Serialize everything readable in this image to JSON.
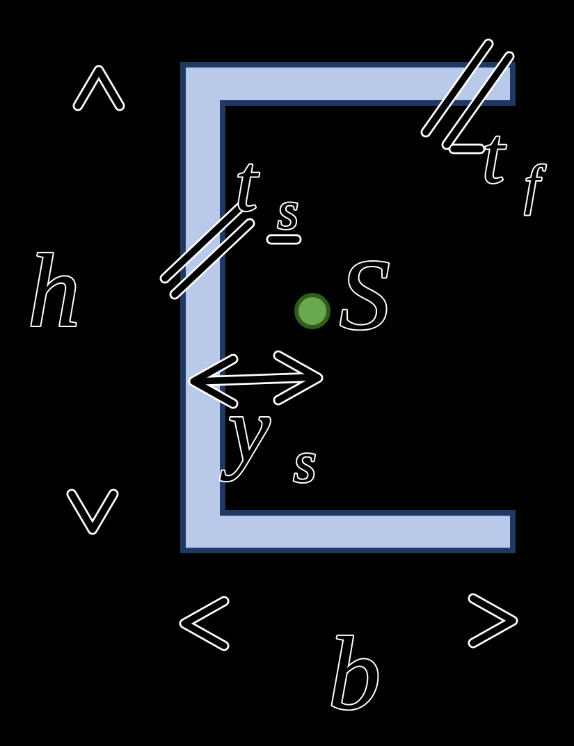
{
  "diagram": {
    "name": "channel-section-cross-section",
    "background": "#000000",
    "shape": {
      "fill": "#b9c9e9",
      "stroke": "#1f3864"
    },
    "centroid_dot": {
      "fill": "#6aa84f",
      "stroke": "#2f5d1e"
    },
    "text_color": "#000000",
    "labels": {
      "height": {
        "base": "h"
      },
      "web_thickness": {
        "base": "t",
        "sub": "s"
      },
      "flange_thickness": {
        "base": "t",
        "sub": "f"
      },
      "centroid": {
        "base": "S"
      },
      "centroid_offset": {
        "base": "y",
        "sub": "s"
      },
      "width": {
        "base": "b"
      }
    }
  }
}
